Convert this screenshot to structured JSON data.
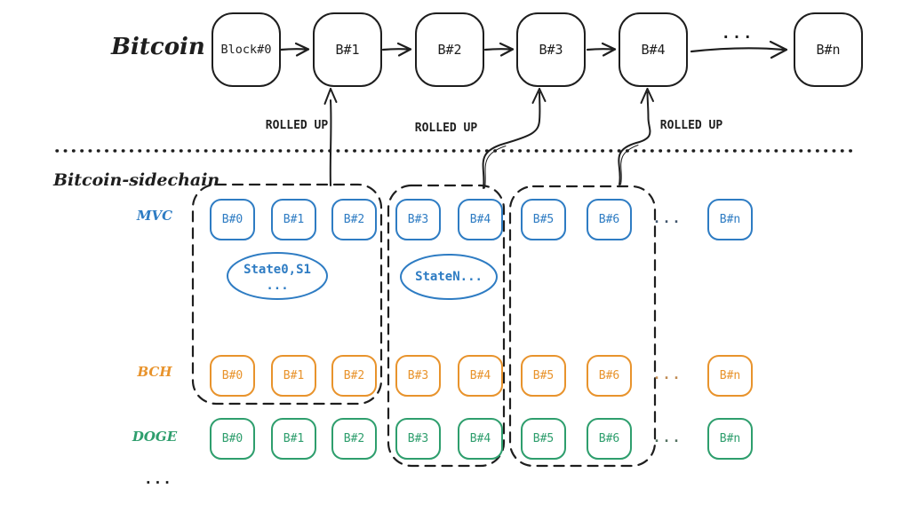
{
  "colors": {
    "ink": "#1e1e1e",
    "mvc_blue": "#2e7cc3",
    "bch_orange": "#e8932c",
    "doge_green": "#2e9e6d"
  },
  "bitcoin_chain": {
    "label": "Bitcoin",
    "blocks": [
      "Block#0",
      "B#1",
      "B#2",
      "B#3",
      "B#4",
      "B#n"
    ],
    "gap_dots": "..."
  },
  "rolled_up": {
    "labels": [
      "ROLLED UP",
      "ROLLED UP",
      "ROLLED UP"
    ]
  },
  "sidechain": {
    "label": "Bitcoin-sidechain",
    "rows": [
      {
        "name": "MVC",
        "blocks": [
          "B#0",
          "B#1",
          "B#2",
          "B#3",
          "B#4",
          "B#5",
          "B#6",
          "B#n"
        ],
        "dots": "..."
      },
      {
        "name": "BCH",
        "blocks": [
          "B#0",
          "B#1",
          "B#2",
          "B#3",
          "B#4",
          "B#5",
          "B#6",
          "B#n"
        ],
        "dots": "..."
      },
      {
        "name": "DOGE",
        "blocks": [
          "B#0",
          "B#1",
          "B#2",
          "B#3",
          "B#4",
          "B#5",
          "B#6",
          "B#n"
        ],
        "dots": "..."
      }
    ],
    "states": [
      {
        "line1": "State0,S1",
        "line2": "..."
      },
      {
        "line1": "StateN..."
      }
    ]
  },
  "bottom_dots": "..."
}
